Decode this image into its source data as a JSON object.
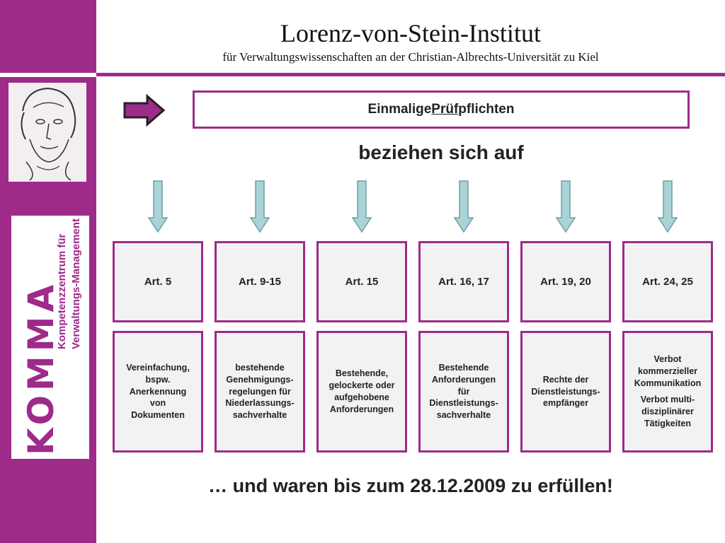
{
  "header": {
    "title": "Lorenz-von-Stein-Institut",
    "subtitle": "für Verwaltungswissenschaften an der Christian-Albrechts-Universität zu Kiel"
  },
  "logo": {
    "letters": "KOMMA",
    "line1": "Kompetenzzentrum für",
    "line2": "Verwaltungs-Management"
  },
  "diagram": {
    "title_pre": "Einmalige ",
    "title_underlined": "Prüf",
    "title_post": "pflichten",
    "subheading": "beziehen sich auf",
    "columns": [
      {
        "article": "Art. 5",
        "paragraphs": [
          "Vereinfachung,\nbspw.\nAnerkennung\nvon\nDokumenten"
        ]
      },
      {
        "article": "Art. 9-15",
        "paragraphs": [
          "bestehende\nGenehmigungs-\nregelungen für\nNiederlassungs-\nsachverhalte"
        ]
      },
      {
        "article": "Art. 15",
        "paragraphs": [
          "Bestehende,\ngelockerte oder\naufgehobene\nAnforderungen"
        ]
      },
      {
        "article": "Art. 16, 17",
        "paragraphs": [
          "Bestehende\nAnforderungen\nfür\nDienstleistungs-\nsachverhalte"
        ]
      },
      {
        "article": "Art. 19, 20",
        "paragraphs": [
          "Rechte der\nDienstleistungs-\nempfänger"
        ]
      },
      {
        "article": "Art. 24, 25",
        "paragraphs": [
          "Verbot\nkommerzieller\nKommunikation",
          "Verbot multi-\ndisziplinärer\nTätigkeiten"
        ]
      }
    ],
    "footer": "… und waren bis zum 28.12.2009 zu erfüllen!"
  },
  "colors": {
    "accent": "#9e2a8a",
    "arrow_fill": "#a9d3d6",
    "arrow_stroke": "#6f9ea3",
    "box_fill": "#f2f2f2",
    "logo_swoosh": "#b6c93a"
  }
}
